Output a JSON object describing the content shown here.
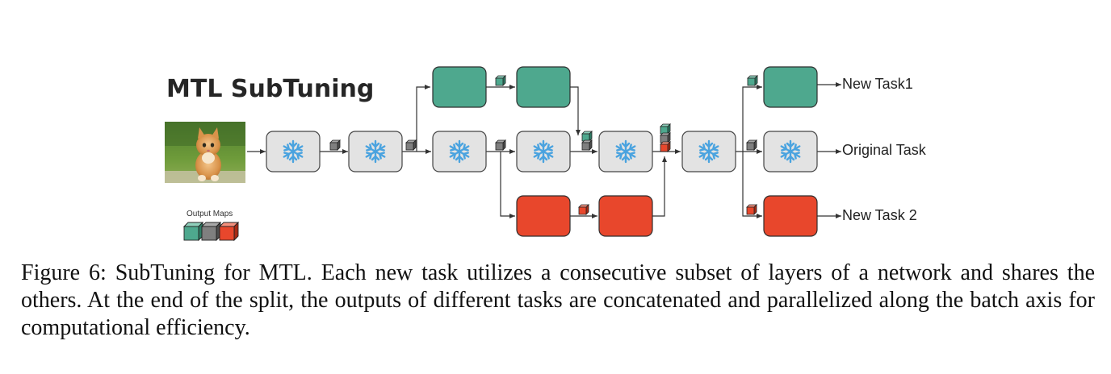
{
  "figure": {
    "title": "MTL SubTuning",
    "legend_label": "Output Maps",
    "tasks": {
      "new_task_1": "New Task1",
      "original": "Original Task",
      "new_task_2": "New Task 2"
    },
    "caption": "Figure 6: SubTuning for MTL. Each new task utilizes a consecutive subset of layers of a network and shares the others. At the end of the split, the outputs of different tasks are concatenated and parallelized along the batch axis for computational efficiency."
  },
  "colors": {
    "frozen_block": "#e3e3e3",
    "snowflake": "#4aa3df",
    "green_task": "#4ea88e",
    "red_task": "#e8472c",
    "gray_map": "#7f7f7f"
  },
  "icons": {
    "frozen": "snowflake-icon",
    "input": "kitten-image",
    "feature_map": "cube-icon"
  }
}
